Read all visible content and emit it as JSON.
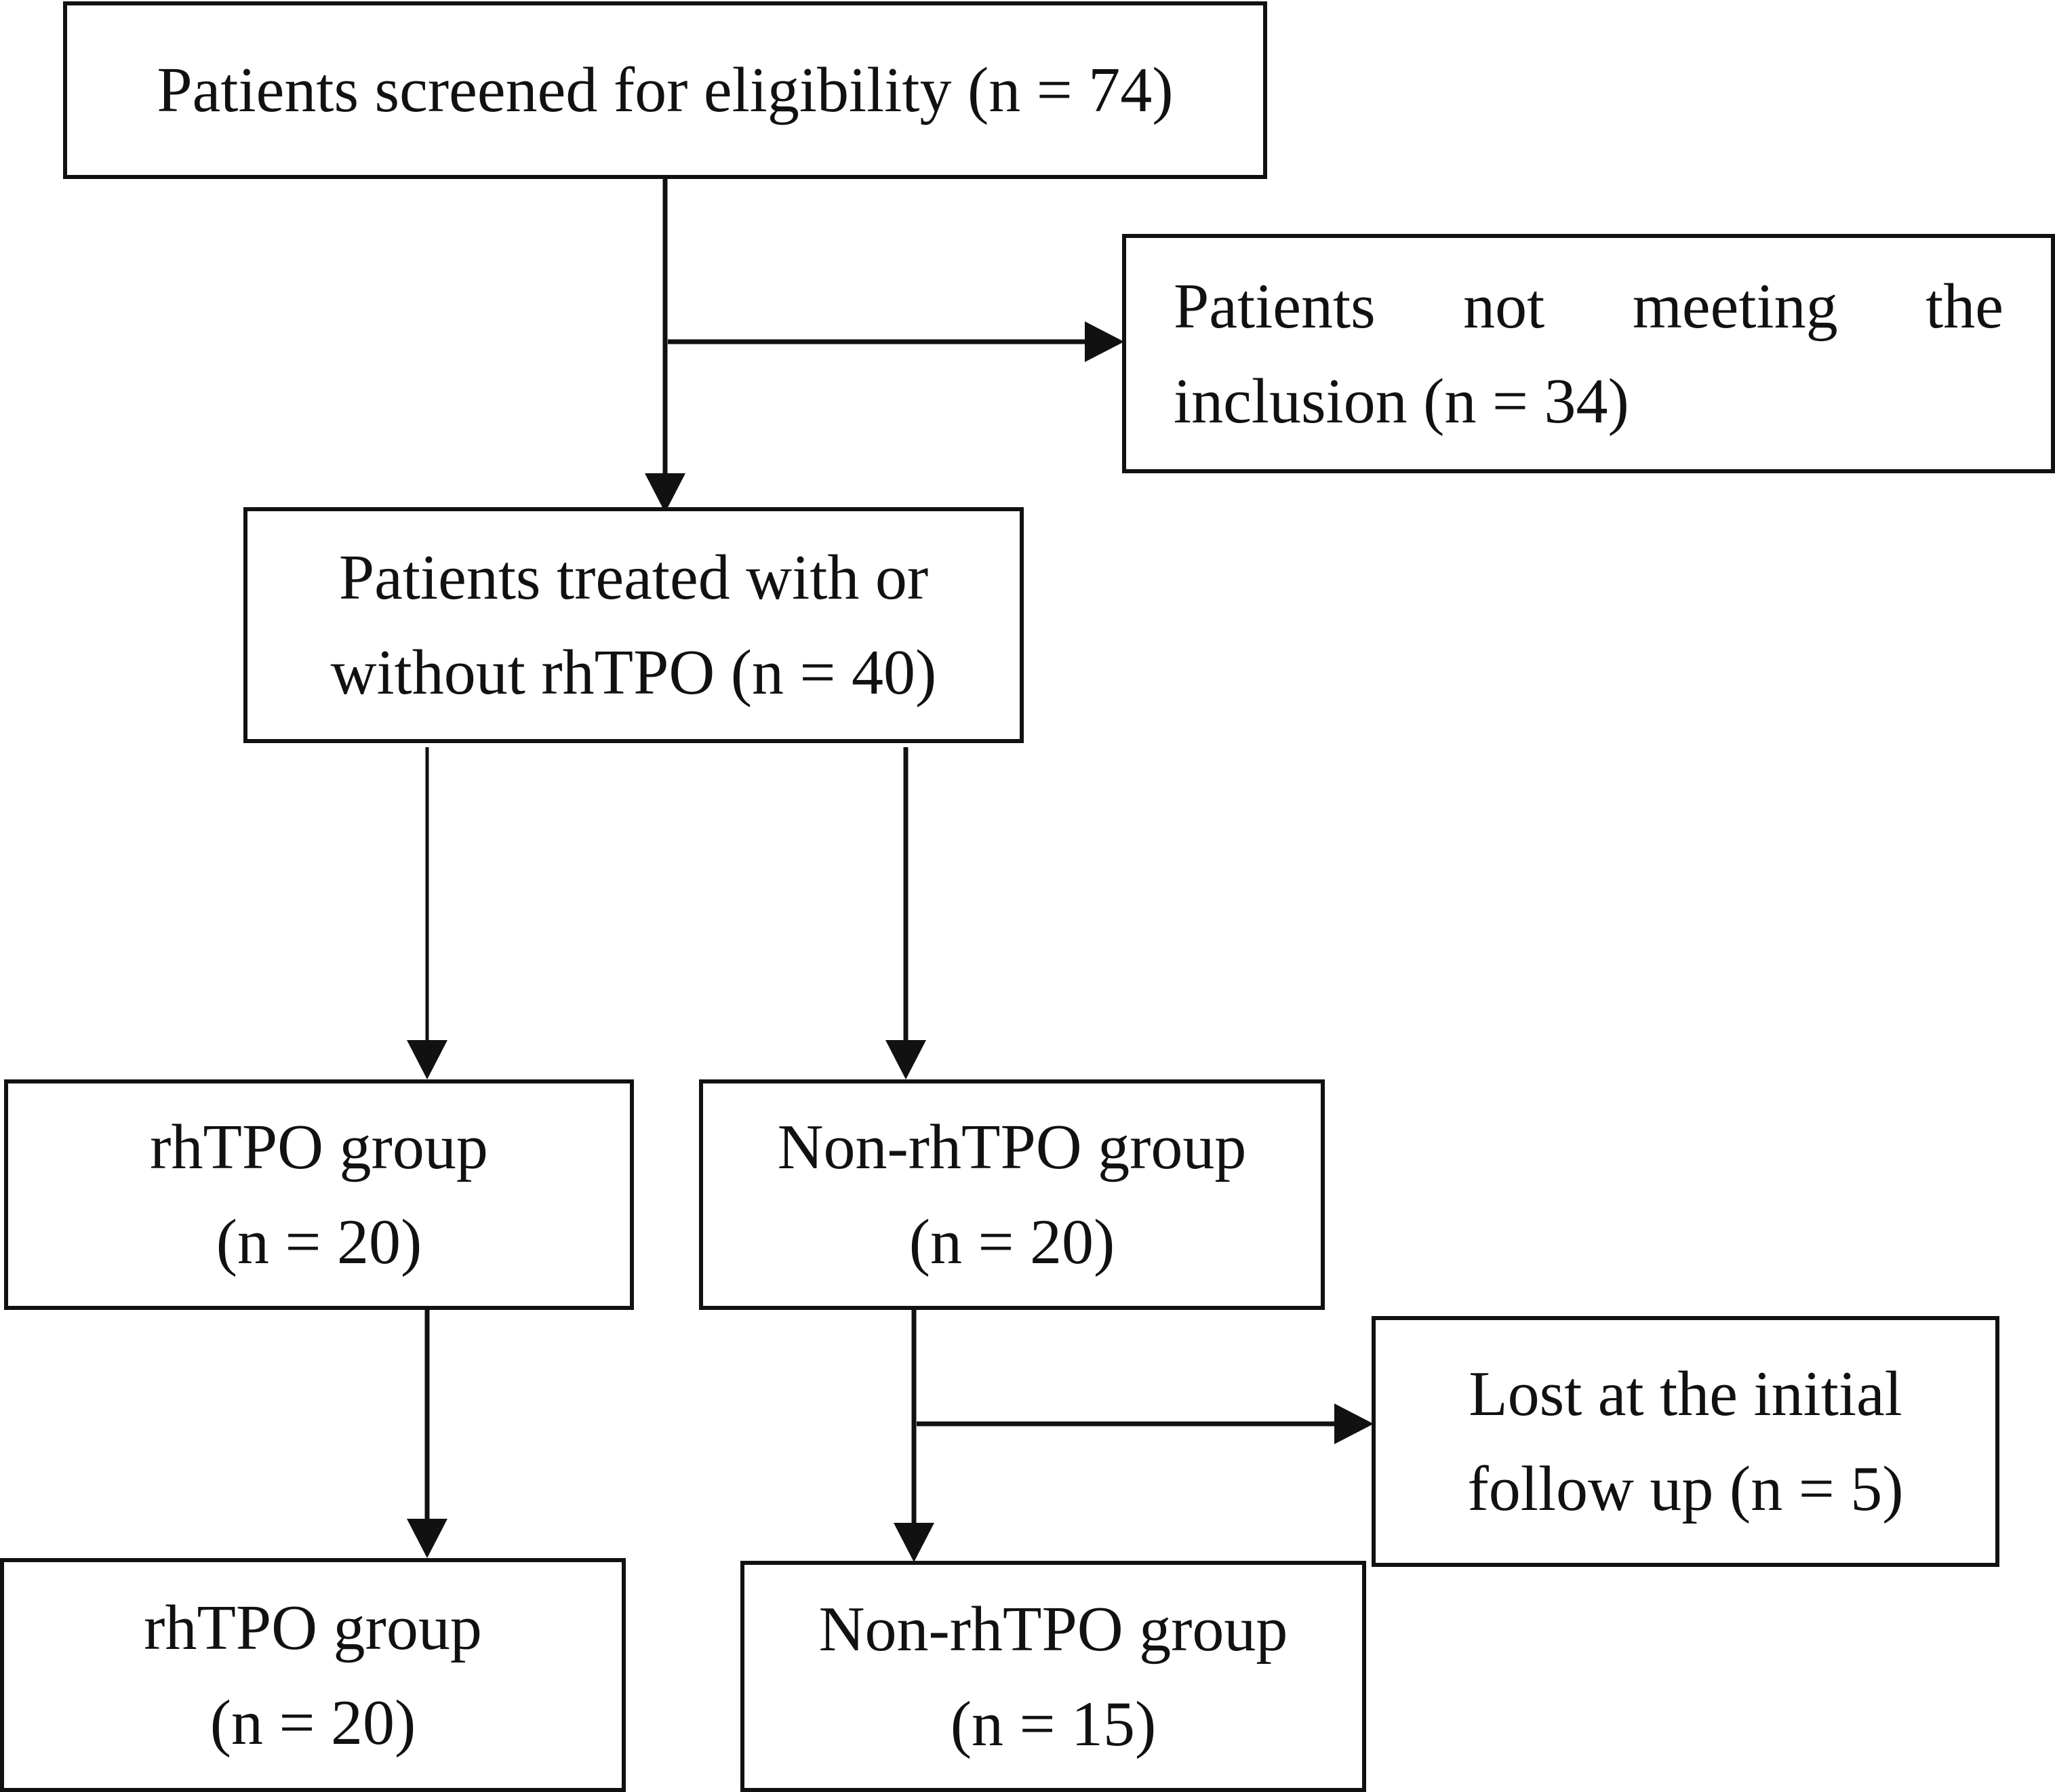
{
  "diagram": {
    "screened": {
      "line1": "Patients screened for eligibility (n = 74)"
    },
    "excluded": {
      "words": [
        "Patients",
        "not",
        "meeting",
        "the"
      ],
      "line2": "inclusion (n = 34)"
    },
    "treated": {
      "line1": "Patients treated with or",
      "line2": "without rhTPO (n = 40)"
    },
    "rhtpo_group": {
      "line1": "rhTPO group",
      "line2": "(n = 20)"
    },
    "non_rhtpo_group": {
      "line1": "Non-rhTPO group",
      "line2": "(n = 20)"
    },
    "lost": {
      "line1": "Lost at the initial",
      "line2": "follow up (n = 5)"
    },
    "rhtpo_final": {
      "line1": "rhTPO group",
      "line2": "(n = 20)"
    },
    "non_rhtpo_final": {
      "line1": "Non-rhTPO group",
      "line2": "(n = 15)"
    }
  }
}
